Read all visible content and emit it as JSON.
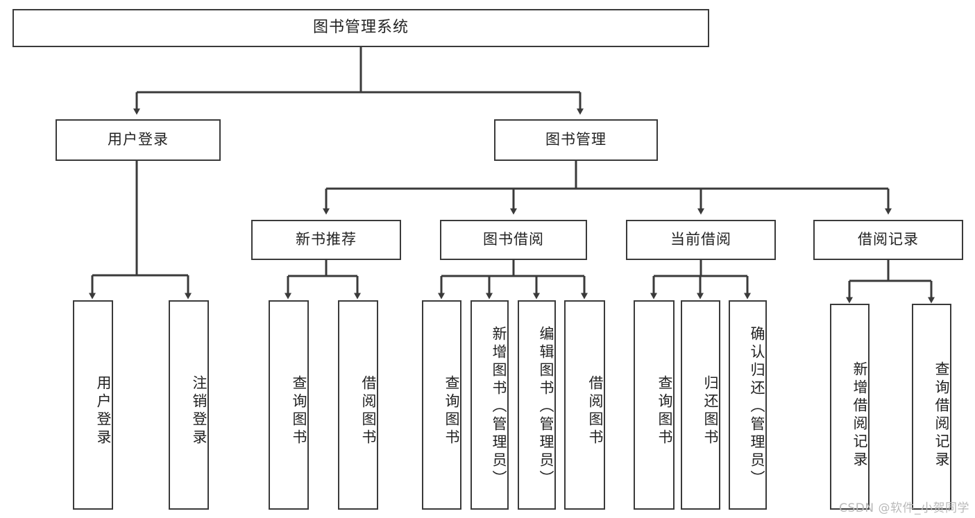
{
  "diagram": {
    "type": "tree",
    "title": "图书管理系统",
    "root": {
      "label": "图书管理系统"
    },
    "level2": [
      {
        "label": "用户登录"
      },
      {
        "label": "图书管理"
      }
    ],
    "level3": [
      {
        "label": "新书推荐"
      },
      {
        "label": "图书借阅"
      },
      {
        "label": "当前借阅"
      },
      {
        "label": "借阅记录"
      }
    ],
    "leaves": {
      "user_login": [
        {
          "label": "用户登录"
        },
        {
          "label": "注销登录"
        }
      ],
      "new_book_recommend": [
        {
          "label": "查询图书"
        },
        {
          "label": "借阅图书"
        }
      ],
      "book_borrow": [
        {
          "label": "查询图书"
        },
        {
          "label": "新增图书（管理员）"
        },
        {
          "label": "编辑图书（管理员）"
        },
        {
          "label": "借阅图书"
        }
      ],
      "current_borrow": [
        {
          "label": "查询图书"
        },
        {
          "label": "归还图书"
        },
        {
          "label": "确认归还（管理员）"
        }
      ],
      "borrow_record": [
        {
          "label": "新增借阅记录"
        },
        {
          "label": "查询借阅记录"
        }
      ]
    }
  },
  "watermark": {
    "text": "CSDN @软件_小贺同学"
  },
  "colors": {
    "box_border": "#3a3a3a",
    "box_fill": "#ffffff",
    "text": "#222222",
    "connector": "#3a3a3a",
    "watermark": "#b9b9b9"
  }
}
